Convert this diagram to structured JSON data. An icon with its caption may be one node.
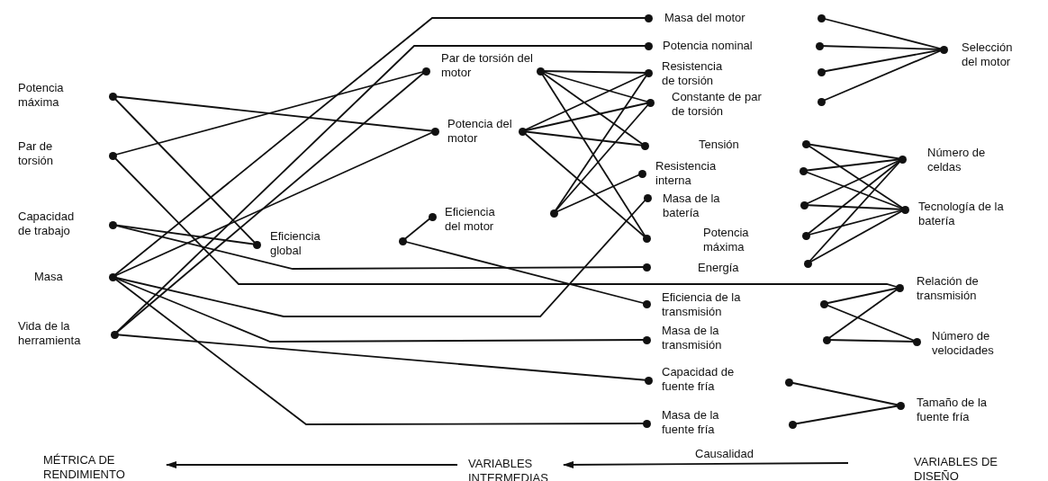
{
  "diagram": {
    "nodes": [
      {
        "text": [
          "Potencia máxima"
        ]
      },
      {
        "text": [
          "Par de torsión"
        ]
      },
      {
        "text": [
          "Capacidad de trabajo"
        ]
      },
      {
        "text": [
          "Masa"
        ]
      },
      {
        "text": [
          "Vida de la herramienta"
        ]
      },
      {
        "text": [
          "Eficiencia global"
        ]
      },
      {
        "text": [
          "Par de torsión del motor"
        ]
      },
      {
        "text": [
          "Potencia del motor"
        ]
      },
      {
        "text": [
          "Eficiencia del motor"
        ]
      },
      {
        "text": [],
        "shape": "circle"
      },
      {
        "text": [],
        "shape": "circle"
      },
      {
        "text": [
          "Masa del motor"
        ]
      },
      {
        "text": [
          "Potencia nominal"
        ]
      },
      {
        "text": [
          "Resistencia de torsión"
        ]
      },
      {
        "text": [
          "Constante de par de torsión"
        ]
      },
      {
        "text": [
          "Tensión"
        ]
      },
      {
        "text": [
          "Resistencia interna"
        ]
      },
      {
        "text": [
          "Masa de la batería"
        ]
      },
      {
        "text": [
          "Potencia máxima"
        ]
      },
      {
        "text": [
          "Energía"
        ]
      },
      {
        "text": [
          "Eficiencia de la transmisión"
        ]
      },
      {
        "text": [
          "Masa de la transmisión"
        ]
      },
      {
        "text": [
          "Capacidad de fuente fría"
        ]
      },
      {
        "text": [
          "Masa de la fuente fría"
        ]
      },
      {
        "text": [
          "Selección del motor"
        ]
      },
      {
        "text": [
          "Número de celdas"
        ]
      },
      {
        "text": [
          "Tecnología de la batería"
        ]
      },
      {
        "text": [
          "Relación de transmisión"
        ]
      },
      {
        "text": [
          "Número de velocidades"
        ]
      },
      {
        "text": [
          "Tamaño de la fuente fría"
        ]
      },
      {
        "text": [
          "MÉTRICA DE RENDIMIENTO"
        ]
      },
      {
        "text": [
          "VARIABLES INTERMEDIAS"
        ]
      },
      {
        "text": [
          "VARIABLES DE DISEÑO"
        ]
      }
    ],
    "edges": [
      {
        "from": 0,
        "to": 5,
        "arrow": "none"
      },
      {
        "from": 0,
        "to": 7,
        "arrow": "none"
      },
      {
        "from": 1,
        "to": 6,
        "arrow": "none"
      },
      {
        "from": 1,
        "to": 27,
        "arrow": "none"
      },
      {
        "from": 2,
        "to": 5,
        "arrow": "none"
      },
      {
        "from": 2,
        "to": 19,
        "arrow": "none"
      },
      {
        "from": 3,
        "to": 11,
        "arrow": "none"
      },
      {
        "from": 3,
        "to": 7,
        "arrow": "none"
      },
      {
        "from": 3,
        "to": 17,
        "arrow": "none"
      },
      {
        "from": 3,
        "to": 21,
        "arrow": "none"
      },
      {
        "from": 3,
        "to": 23,
        "arrow": "none"
      },
      {
        "from": 4,
        "to": 12,
        "arrow": "none"
      },
      {
        "from": 4,
        "to": 6,
        "arrow": "none"
      },
      {
        "from": 4,
        "to": 22,
        "arrow": "none"
      },
      {
        "from": 6,
        "to": 13,
        "arrow": "none"
      },
      {
        "from": 6,
        "to": 14,
        "arrow": "none"
      },
      {
        "from": 6,
        "to": 15,
        "arrow": "none"
      },
      {
        "from": 6,
        "to": 18,
        "arrow": "none"
      },
      {
        "from": 7,
        "to": 13,
        "arrow": "none"
      },
      {
        "from": 7,
        "to": 14,
        "arrow": "none"
      },
      {
        "from": 7,
        "to": 15,
        "arrow": "none"
      },
      {
        "from": 7,
        "to": 18,
        "arrow": "none"
      },
      {
        "from": 8,
        "to": 9,
        "arrow": "none"
      },
      {
        "from": 9,
        "to": 20,
        "arrow": "none"
      },
      {
        "from": 10,
        "to": 13,
        "arrow": "none"
      },
      {
        "from": 10,
        "to": 14,
        "arrow": "none"
      },
      {
        "from": 10,
        "to": 16,
        "arrow": "none"
      },
      {
        "from": 11,
        "to": 24,
        "arrow": "none"
      },
      {
        "from": 12,
        "to": 24,
        "arrow": "none"
      },
      {
        "from": 13,
        "to": 24,
        "arrow": "none"
      },
      {
        "from": 14,
        "to": 24,
        "arrow": "none"
      },
      {
        "from": 15,
        "to": 25,
        "arrow": "none"
      },
      {
        "from": 15,
        "to": 26,
        "arrow": "none"
      },
      {
        "from": 16,
        "to": 25,
        "arrow": "none"
      },
      {
        "from": 16,
        "to": 26,
        "arrow": "none"
      },
      {
        "from": 17,
        "to": 25,
        "arrow": "none"
      },
      {
        "from": 17,
        "to": 26,
        "arrow": "none"
      },
      {
        "from": 18,
        "to": 25,
        "arrow": "none"
      },
      {
        "from": 18,
        "to": 26,
        "arrow": "none"
      },
      {
        "from": 19,
        "to": 25,
        "arrow": "none"
      },
      {
        "from": 19,
        "to": 26,
        "arrow": "none"
      },
      {
        "from": 20,
        "to": 27,
        "arrow": "none"
      },
      {
        "from": 20,
        "to": 28,
        "arrow": "none"
      },
      {
        "from": 21,
        "to": 27,
        "arrow": "none"
      },
      {
        "from": 21,
        "to": 28,
        "arrow": "none"
      },
      {
        "from": 22,
        "to": 29,
        "arrow": "none"
      },
      {
        "from": 23,
        "to": 29,
        "arrow": "none"
      },
      {
        "from": 32,
        "to": 31,
        "arrow": "to",
        "label": "Causalidad"
      },
      {
        "from": 31,
        "to": 30,
        "arrow": "to"
      }
    ]
  }
}
